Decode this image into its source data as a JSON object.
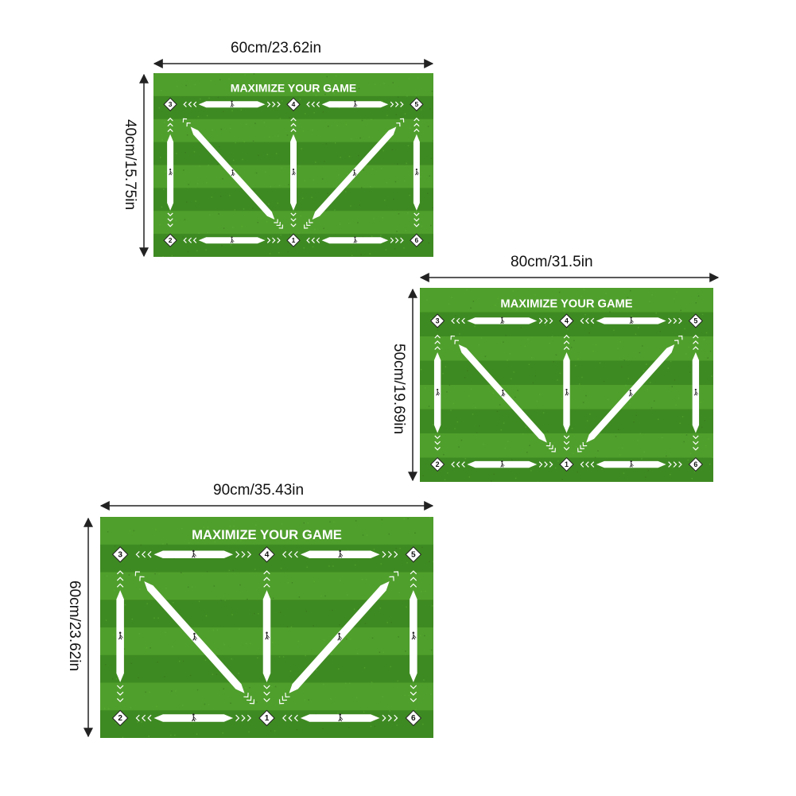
{
  "mats": [
    {
      "id": "small",
      "width_label": "60cm/23.62in",
      "height_label": "40cm/15.75in",
      "title": "MAXIMIZE YOUR GAME",
      "station_numbers": [
        "1",
        "2",
        "3",
        "4",
        "5",
        "6"
      ]
    },
    {
      "id": "medium",
      "width_label": "80cm/31.5in",
      "height_label": "50cm/19.69in",
      "title": "MAXIMIZE YOUR GAME",
      "station_numbers": [
        "1",
        "2",
        "3",
        "4",
        "5",
        "6"
      ]
    },
    {
      "id": "large",
      "width_label": "90cm/35.43in",
      "height_label": "60cm/23.62in",
      "title": "MAXIMIZE YOUR GAME",
      "station_numbers": [
        "1",
        "2",
        "3",
        "4",
        "5",
        "6"
      ]
    }
  ],
  "colors": {
    "grass_light": "#4f9f2c",
    "grass_dark": "#3e8a22",
    "marking": "#ffffff",
    "label_text": "#111111"
  },
  "icons": [
    "golfer-icon",
    "chevron-arrow-icon",
    "diamond-station-icon"
  ]
}
